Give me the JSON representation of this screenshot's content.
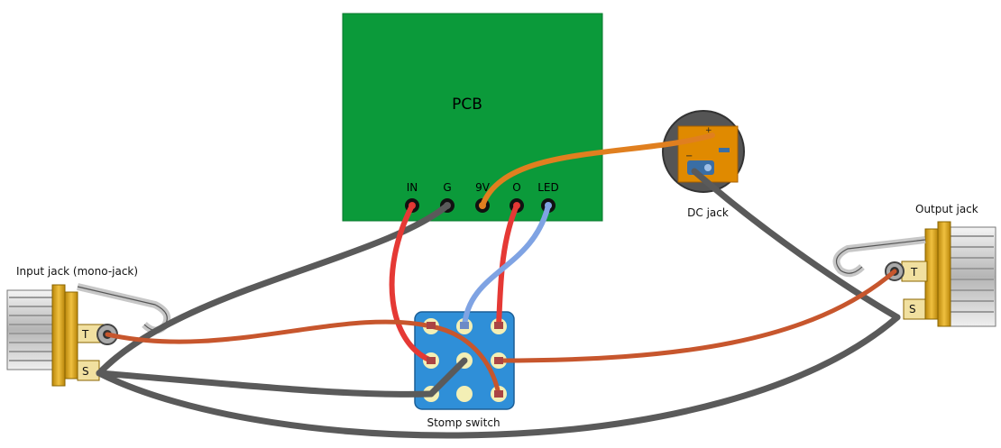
{
  "pcb": {
    "title": "PCB",
    "pads": [
      "IN",
      "G",
      "9V",
      "O",
      "LED"
    ]
  },
  "dc_jack": {
    "caption": "DC jack",
    "plus": "+",
    "minus": "−"
  },
  "input_jack": {
    "caption": "Input jack (mono-jack)",
    "tip": "T",
    "sleeve": "S"
  },
  "output_jack": {
    "caption": "Output jack",
    "tip": "T",
    "sleeve": "S"
  },
  "stomp_switch": {
    "caption": "Stomp switch"
  },
  "colors": {
    "pcb_green": "#0b9a3a",
    "wire_red": "#e53935",
    "wire_grey": "#5a5a5a",
    "wire_blue": "#7fa3e3",
    "wire_orange": "#e07f1f",
    "wire_audio": "#c7562d",
    "switch_blue": "#2f8fd8",
    "jack_brass": "#d4a017"
  }
}
